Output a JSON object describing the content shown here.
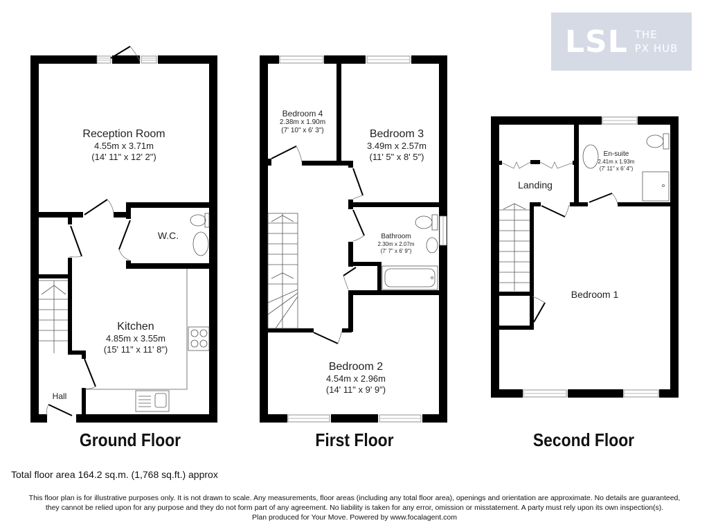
{
  "logo": {
    "main": "LSL",
    "sub_line1": "THE",
    "sub_line2": "PX HUB",
    "background": "#d6dae5"
  },
  "floors": [
    {
      "title": "Ground Floor",
      "rooms": [
        {
          "name": "Reception Room",
          "metric": "4.55m x 3.71m",
          "imperial": "(14' 11\" x 12' 2\")"
        },
        {
          "name": "W.C."
        },
        {
          "name": "Kitchen",
          "metric": "4.85m x 3.55m",
          "imperial": "(15' 11\" x 11' 8\")"
        },
        {
          "name": "Hall"
        }
      ]
    },
    {
      "title": "First Floor",
      "rooms": [
        {
          "name": "Bedroom 4",
          "metric": "2.38m x 1.90m",
          "imperial": "(7' 10\" x 6' 3\")"
        },
        {
          "name": "Bedroom 3",
          "metric": "3.49m x 2.57m",
          "imperial": "(11' 5\" x 8' 5\")"
        },
        {
          "name": "Bathroom",
          "metric": "2.30m x 2.07m",
          "imperial": "(7' 7\" x 6' 9\")"
        },
        {
          "name": "Bedroom 2",
          "metric": "4.54m x 2.96m",
          "imperial": "(14' 11\" x 9' 9\")"
        }
      ]
    },
    {
      "title": "Second Floor",
      "rooms": [
        {
          "name": "Landing"
        },
        {
          "name": "En-suite",
          "metric": "2.41m x 1.93m",
          "imperial": "(7' 11\" x 6' 4\")"
        },
        {
          "name": "Bedroom 1"
        }
      ]
    }
  ],
  "total_area": "Total floor area 164.2 sq.m. (1,768 sq.ft.) approx",
  "disclaimer": {
    "line1": "This floor plan is for illustrative purposes only. It is not drawn to scale. Any measurements, floor areas (including any total floor area), openings and orientation are approximate. No details are guaranteed,",
    "line2": "they cannot be relied upon for any purpose and they do not form part of any agreement. No liability is taken for any error, omission or misstatement. A party must rely upon its own inspection(s).",
    "line3": "Plan produced for Your Move. Powered by www.focalagent.com"
  },
  "colors": {
    "wall": "#000000",
    "fixture": "#555555",
    "background": "#ffffff"
  }
}
